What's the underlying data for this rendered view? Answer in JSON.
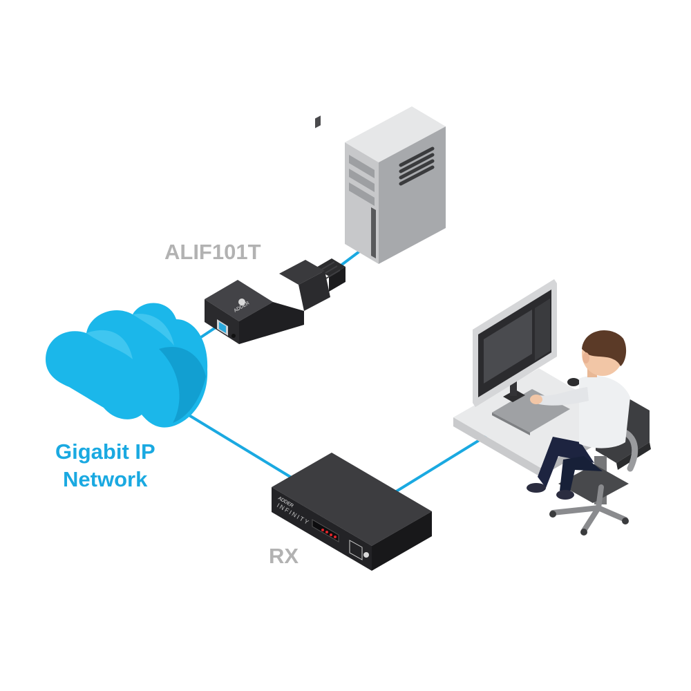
{
  "labels": {
    "transmitter": "ALIF101T",
    "network_line1": "Gigabit IP",
    "network_line2": "Network",
    "receiver": "RX"
  },
  "device_text": {
    "transmitter_brand": "ADDER",
    "receiver_brand_small": "ADDER",
    "receiver_brand": "INFINITY"
  },
  "colors": {
    "cable": "#1aa9e1",
    "cloud": "#1ab4e8",
    "label_grey": "#b2b2b2",
    "label_blue": "#1aa9e1"
  },
  "icons": {
    "computer": "tower-pc-icon",
    "transmitter": "usb-dongle-icon",
    "network": "cloud-icon",
    "receiver": "receiver-box-icon",
    "workstation": "user-at-desk-icon"
  }
}
